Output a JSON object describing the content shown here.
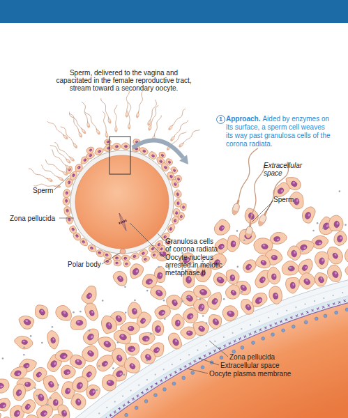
{
  "diagram": {
    "nodes": [
      {
        "text": [
          "1"
        ]
      }
    ],
    "labels": [
      "Sperm, delivered to the vagina and capacitated in the female reproductive tract, stream toward a secondary oocyte.",
      "Approach.",
      "Aided by enzymes on its surface, a sperm cell weaves its way past granulosa cells of the corona radiata.",
      "Extracellular space",
      "Sperm",
      "Sperm",
      "Zona pellucida",
      "Granulosa cells of corona radiata",
      "Oocyte nucleus arrested in meiotic metaphase II",
      "Polar body",
      "Zona pellucida",
      "Extracellular space",
      "Oocyte plasma membrane"
    ]
  }
}
